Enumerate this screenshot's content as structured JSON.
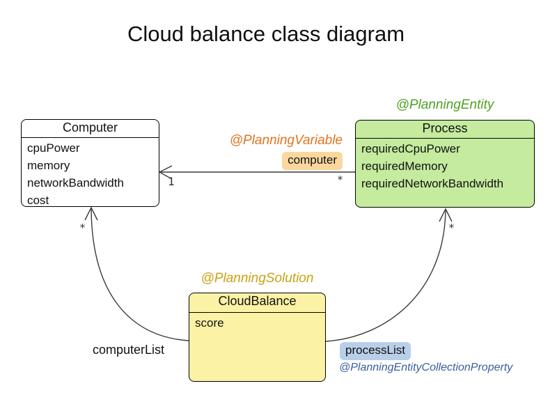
{
  "title": "Cloud balance class diagram",
  "colors": {
    "process_fill": "#c5eb9e",
    "cloud_balance_fill": "#fcf2a5",
    "computer_fill": "#ffffff",
    "entity_annotation_text": "#4ea21f",
    "solution_annotation_text": "#c8a213",
    "variable_annotation_text": "#de7420",
    "collection_annotation_text": "#3a5e9b",
    "computer_label_highlight": "#fbd79e",
    "process_list_highlight": "#b9cfe9",
    "connector_line": "#3a3a3a"
  },
  "classes": {
    "computer": {
      "name": "Computer",
      "attributes": [
        "cpuPower",
        "memory",
        "networkBandwidth",
        "cost"
      ]
    },
    "process": {
      "name": "Process",
      "annotation": "@PlanningEntity",
      "attributes": [
        "requiredCpuPower",
        "requiredMemory",
        "requiredNetworkBandwidth"
      ]
    },
    "cloud_balance": {
      "name": "CloudBalance",
      "annotation": "@PlanningSolution",
      "attributes": [
        "score"
      ]
    }
  },
  "relations": {
    "process_to_computer": {
      "annotation": "@PlanningVariable",
      "label": "computer",
      "multiplicity_computer_end": "1",
      "multiplicity_process_end": "*"
    },
    "cloud_balance_to_computer": {
      "label": "computerList",
      "multiplicity_computer_end": "*"
    },
    "cloud_balance_to_process": {
      "label": "processList",
      "annotation": "@PlanningEntityCollectionProperty",
      "multiplicity_process_end": "*"
    }
  }
}
